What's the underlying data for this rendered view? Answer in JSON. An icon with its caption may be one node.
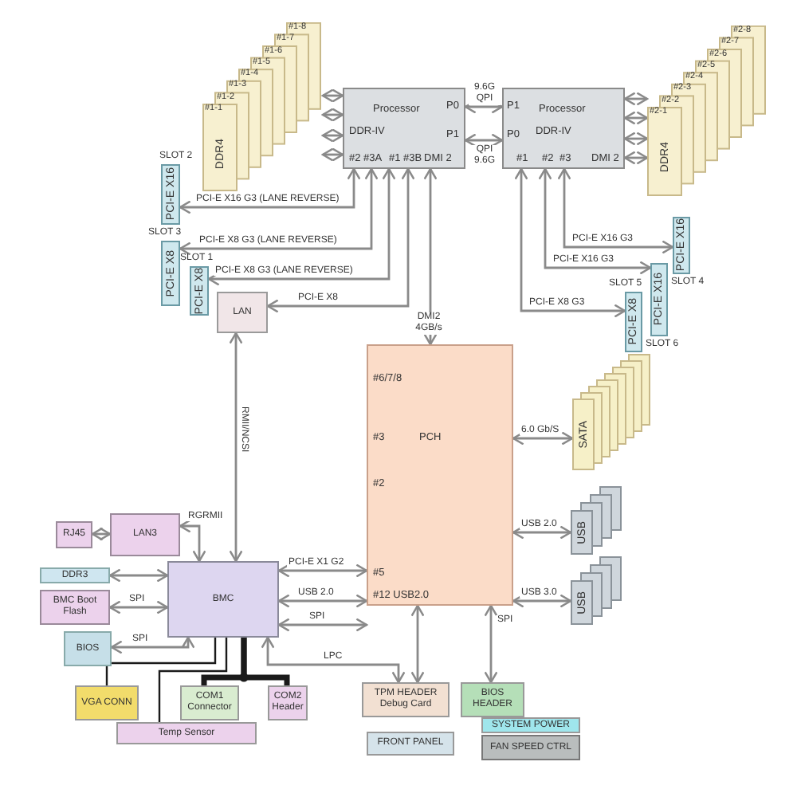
{
  "diagram": {
    "nodes": [
      {
        "text": [
          "#1-1",
          "#1-2",
          "#1-3",
          "#1-4",
          "#1-5",
          "#1-6",
          "#1-7",
          "#1-8",
          "DDR4"
        ]
      },
      {
        "text": [
          "Processor",
          "DDR-IV",
          "P0",
          "P1",
          "#2",
          "#3A",
          "#1",
          "#3B",
          "DMI 2"
        ]
      },
      {
        "text": [
          "P1",
          "Processor",
          "P0",
          "DDR-IV",
          "#1",
          "#2",
          "#3",
          "DMI 2"
        ]
      },
      {
        "text": [
          "#2-1",
          "#2-2",
          "#2-3",
          "#2-4",
          "#2-5",
          "#2-6",
          "#2-7",
          "#2-8",
          "DDR4"
        ]
      },
      {
        "text": [
          "PCI-E X16"
        ],
        "beside": [
          "SLOT 2"
        ]
      },
      {
        "text": [
          "PCI-E X8"
        ],
        "beside": [
          "SLOT 3"
        ]
      },
      {
        "text": [
          "PCI-E X8"
        ],
        "beside": [
          "SLOT 1"
        ]
      },
      {
        "text": [
          "LAN"
        ]
      },
      {
        "text": [
          "PCI-E X16"
        ],
        "beside": [
          "SLOT 4"
        ]
      },
      {
        "text": [
          "PCI-E X8"
        ],
        "beside": [
          "SLOT 5"
        ]
      },
      {
        "text": [
          "PCI-E X16"
        ],
        "beside": [
          "SLOT 6"
        ]
      },
      {
        "text": [
          "#6/7/8",
          "#3",
          "PCH",
          "#2",
          "#5",
          "#12 USB2.0"
        ]
      },
      {
        "text": [
          "SATA"
        ]
      },
      {
        "text": [
          "USB"
        ]
      },
      {
        "text": [
          "USB"
        ]
      },
      {
        "text": [
          "RJ45"
        ]
      },
      {
        "text": [
          "LAN3"
        ]
      },
      {
        "text": [
          "DDR3"
        ]
      },
      {
        "text": [
          "BMC Boot Flash"
        ]
      },
      {
        "text": [
          "BIOS"
        ]
      },
      {
        "text": [
          "BMC"
        ]
      },
      {
        "text": [
          "VGA CONN"
        ]
      },
      {
        "text": [
          "COM1 Connector"
        ]
      },
      {
        "text": [
          "COM2 Header"
        ]
      },
      {
        "text": [
          "Temp Sensor"
        ]
      },
      {
        "text": [
          "TPM HEADER Debug Card"
        ]
      },
      {
        "text": [
          "BIOS HEADER"
        ]
      },
      {
        "text": [
          "FRONT PANEL"
        ]
      },
      {
        "text": [
          "SYSTEM POWER"
        ]
      },
      {
        "text": [
          "FAN SPEED CTRL"
        ]
      }
    ],
    "edges": [
      {
        "from": 1,
        "to": 2,
        "arrow": "both",
        "label": "9.6G QPI"
      },
      {
        "from": 1,
        "to": 2,
        "arrow": "both",
        "label": "QPI 9.6G"
      },
      {
        "from": 1,
        "to": 4,
        "arrow": "both",
        "label": "PCI-E X16 G3 (LANE REVERSE)"
      },
      {
        "from": 1,
        "to": 5,
        "arrow": "both",
        "label": "PCI-E X8 G3 (LANE REVERSE)"
      },
      {
        "from": 1,
        "to": 6,
        "arrow": "both",
        "label": "PCI-E X8 G3 (LANE REVERSE)"
      },
      {
        "from": 1,
        "to": 7,
        "arrow": "both",
        "label": "PCI-E X8"
      },
      {
        "from": 1,
        "to": 11,
        "arrow": "both",
        "label": "DMI2 4GB/s"
      },
      {
        "from": 2,
        "to": 8,
        "arrow": "both",
        "label": "PCI-E X16 G3"
      },
      {
        "from": 2,
        "to": 10,
        "arrow": "both",
        "label": "PCI-E X16 G3"
      },
      {
        "from": 2,
        "to": 9,
        "arrow": "both",
        "label": "PCI-E X8 G3"
      },
      {
        "from": 7,
        "to": 20,
        "arrow": "both",
        "label": "RMII/NCSI"
      },
      {
        "from": 11,
        "to": 12,
        "arrow": "both",
        "label": "6.0 Gb/S"
      },
      {
        "from": 11,
        "to": 13,
        "arrow": "both",
        "label": "USB 2.0"
      },
      {
        "from": 11,
        "to": 14,
        "arrow": "both",
        "label": "USB 3.0"
      },
      {
        "from": 15,
        "to": 16,
        "arrow": "both"
      },
      {
        "from": 16,
        "to": 20,
        "arrow": "both",
        "label": "RGRMII"
      },
      {
        "from": 17,
        "to": 20,
        "arrow": "both"
      },
      {
        "from": 18,
        "to": 20,
        "arrow": "both",
        "label": "SPI"
      },
      {
        "from": 19,
        "to": 20,
        "arrow": "both",
        "label": "SPI"
      },
      {
        "from": 20,
        "to": 11,
        "arrow": "both",
        "label": "PCI-E X1 G2"
      },
      {
        "from": 20,
        "to": 11,
        "arrow": "both",
        "label": "USB 2.0"
      },
      {
        "from": 20,
        "to": 11,
        "arrow": "both",
        "label": "SPI"
      },
      {
        "from": 20,
        "to": 25,
        "arrow": "both",
        "label": "LPC"
      },
      {
        "from": 11,
        "to": 25,
        "arrow": "both"
      },
      {
        "from": 11,
        "to": 26,
        "arrow": "both",
        "label": "SPI"
      },
      {
        "from": 20,
        "to": 21,
        "arrow": "none",
        "color": "#1a1a1a"
      },
      {
        "from": 20,
        "to": 24,
        "arrow": "none",
        "color": "#1a1a1a"
      },
      {
        "from": 20,
        "to": 22,
        "arrow": "none",
        "color": "#1a1a1a",
        "style": "thick"
      },
      {
        "from": 20,
        "to": 23,
        "arrow": "none",
        "color": "#1a1a1a",
        "style": "thick"
      },
      {
        "from": 1,
        "to": 0,
        "arrow": "both"
      },
      {
        "from": 1,
        "to": 0,
        "arrow": "both"
      },
      {
        "from": 1,
        "to": 0,
        "arrow": "both"
      },
      {
        "from": 1,
        "to": 0,
        "arrow": "both"
      },
      {
        "from": 2,
        "to": 3,
        "arrow": "both"
      },
      {
        "from": 2,
        "to": 3,
        "arrow": "both"
      },
      {
        "from": 2,
        "to": 3,
        "arrow": "both"
      },
      {
        "from": 2,
        "to": 3,
        "arrow": "both"
      }
    ]
  }
}
